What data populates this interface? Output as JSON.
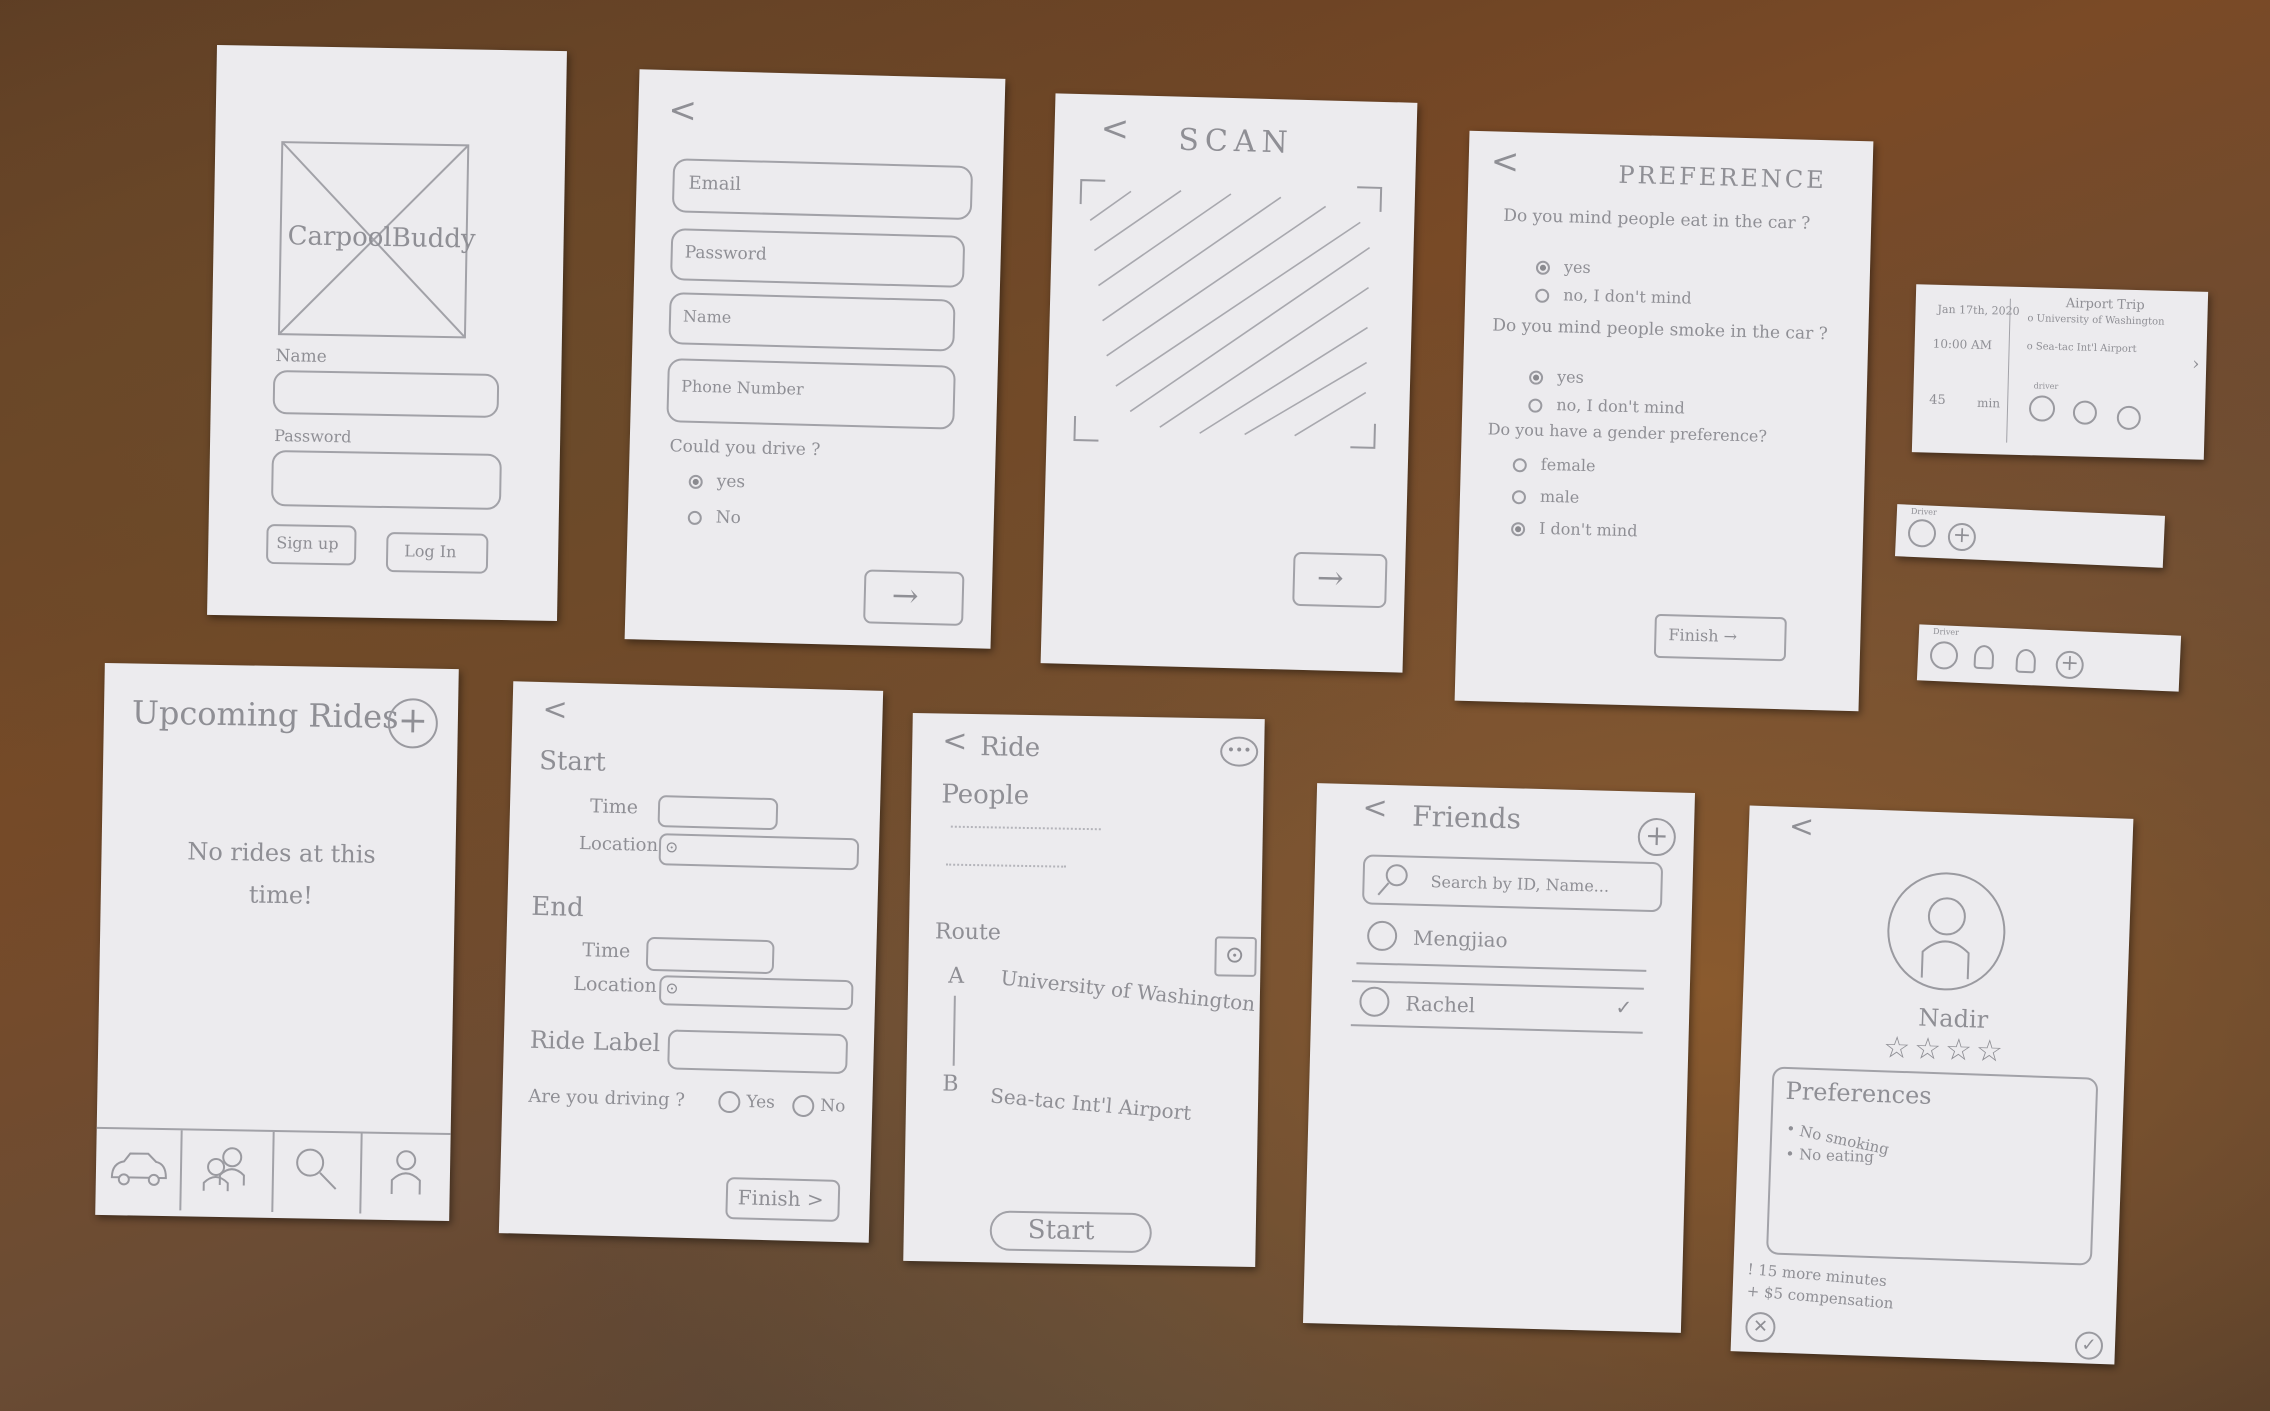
{
  "login": {
    "logo_text": "CarpoolBuddy",
    "name_label": "Name",
    "password_label": "Password",
    "signup_label": "Sign up",
    "login_label": "Log In"
  },
  "register": {
    "back": "<",
    "fields": [
      "Email",
      "Password",
      "Name",
      "Phone Number"
    ],
    "drive_question": "Could you drive ?",
    "options": [
      "yes",
      "No"
    ],
    "selected": "yes",
    "next_arrow": "→"
  },
  "scan": {
    "back": "<",
    "title": "SCAN",
    "next_arrow": "→"
  },
  "preference": {
    "back": "<",
    "title": "PREFERENCE",
    "q1": "Do you mind people eat in the car ?",
    "q1_options": [
      "yes",
      "no, I don't mind"
    ],
    "q2": "Do you mind people smoke in the car ?",
    "q2_options": [
      "yes",
      "no, I don't mind"
    ],
    "q3": "Do you have a gender preference?",
    "q3_options": [
      "female",
      "male",
      "I don't mind"
    ],
    "finish_label": "Finish →"
  },
  "trip_card": {
    "date": "Jan 17th, 2020",
    "time": "10:00 AM",
    "duration": "45",
    "duration_unit": "min",
    "title": "Airport Trip",
    "from": "o University of Washington",
    "to": "o Sea-tac Int'l Airport",
    "driver_label": "driver"
  },
  "driver_strip_1": {
    "label": "Driver"
  },
  "driver_strip_2": {
    "label": "Driver"
  },
  "upcoming": {
    "title": "Upcoming Rides",
    "empty": "No rides at this time!"
  },
  "new_ride": {
    "back": "<",
    "start": "Start",
    "start_time": "Time",
    "start_location": "Location",
    "end": "End",
    "end_time": "Time",
    "end_location": "Location",
    "label": "Ride Label",
    "driving_q": "Are you driving ?",
    "yes": "Yes",
    "no": "No",
    "finish": "Finish >"
  },
  "ride": {
    "back": "<",
    "title": "Ride",
    "people": "People",
    "route": "Route",
    "a": "A",
    "a_place": "University of Washington",
    "b": "B",
    "b_place": "Sea-tac Int'l Airport",
    "start": "Start"
  },
  "friends": {
    "back": "<",
    "title": "Friends",
    "search_placeholder": "Search by ID, Name...",
    "list": [
      "Mengjiao",
      "Rachel"
    ]
  },
  "profile": {
    "back": "<",
    "name": "Nadir",
    "stars": "☆☆☆☆",
    "prefs_title": "Preferences",
    "prefs": [
      "• No smoking",
      "• No eating"
    ],
    "extra1": "! 15 more minutes",
    "extra2": "+ $5 compensation"
  }
}
